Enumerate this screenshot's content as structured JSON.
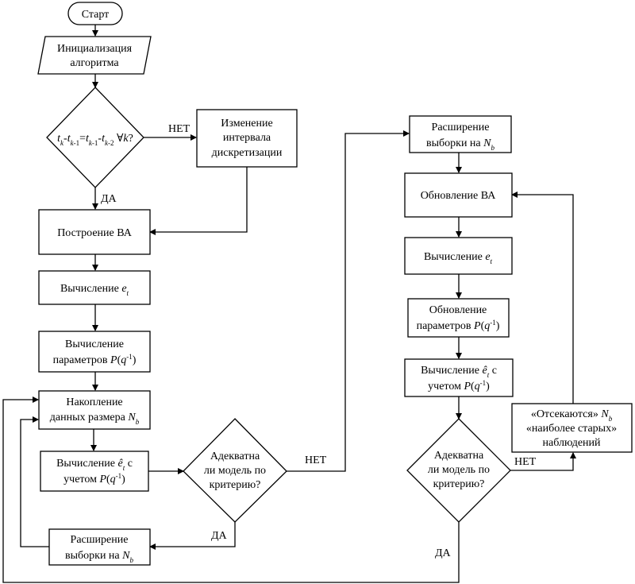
{
  "nodes": {
    "start": [
      "Старт"
    ],
    "init": [
      "Инициализация",
      "алгоритма"
    ],
    "cond_interval": [
      "tk-tk-1=tk-1-tk-2 ∀k?"
    ],
    "change_interval": [
      "Изменение",
      "интервала",
      "дискретизации"
    ],
    "build_va": [
      "Построение ВА"
    ],
    "calc_e1": [
      "Вычисление et"
    ],
    "calc_params1": [
      "Вычисление",
      "параметров P(q-1)"
    ],
    "accumulate": [
      "Накопление",
      "данных размера Nb"
    ],
    "calc_ehat1": [
      "Вычисление êt с",
      "учетом P(q-1)"
    ],
    "adequate1": [
      "Адекватна",
      "ли модель по",
      "критерию?"
    ],
    "expand_left": [
      "Расширение",
      "выборки на Nb"
    ],
    "expand_right": [
      "Расширение",
      "выборки на Nb"
    ],
    "update_va": [
      "Обновление ВА"
    ],
    "calc_e2": [
      "Вычисление et"
    ],
    "update_params": [
      "Обновление",
      "параметров P(q-1)"
    ],
    "calc_ehat2": [
      "Вычисление êt с",
      "учетом P(q-1)"
    ],
    "adequate2": [
      "Адекватна",
      "ли модель по",
      "критерию?"
    ],
    "cutoff": [
      "«Отсекаются» Nb",
      "«наиболее старых»",
      "наблюдений"
    ]
  },
  "edge_labels": {
    "cond_no": "НЕТ",
    "cond_yes": "ДА",
    "adequate1_no": "НЕТ",
    "adequate1_yes": "ДА",
    "adequate2_no": "НЕТ",
    "adequate2_yes": "ДА"
  }
}
